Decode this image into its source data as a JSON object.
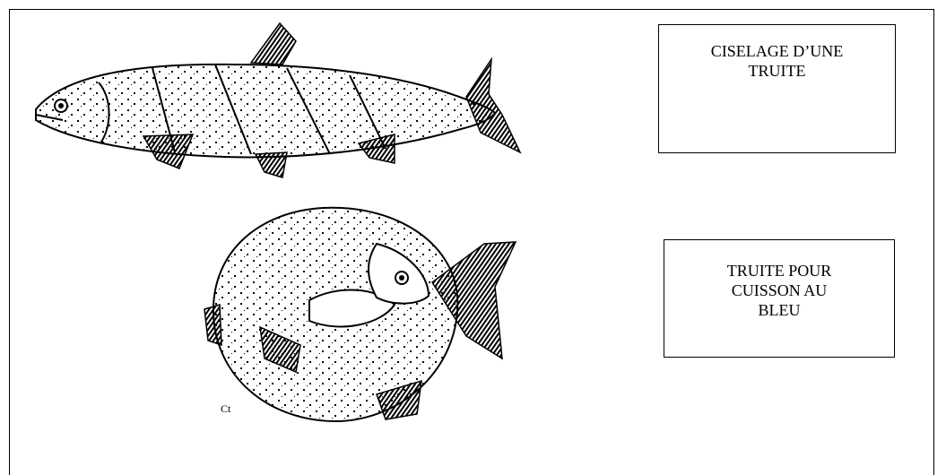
{
  "labels": {
    "scoring_trout": [
      "CISELAGE D’UNE",
      "TRUITE"
    ],
    "blue_trout": [
      "TRUITE POUR",
      "CUISSON AU",
      "BLEU"
    ]
  },
  "illustration_signature": "Ct",
  "colors": {
    "ink": "#000000",
    "paper": "#ffffff"
  }
}
